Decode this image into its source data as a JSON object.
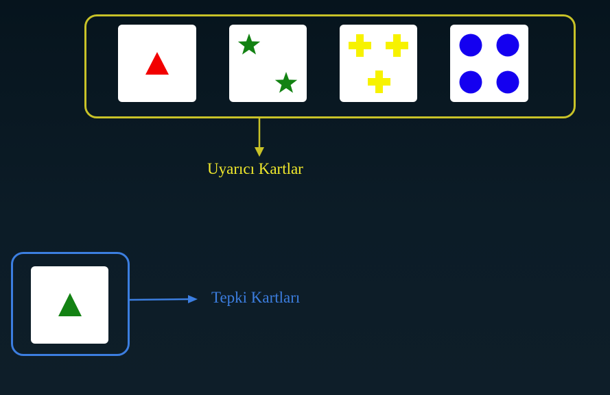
{
  "labels": {
    "stimulus_cards": "Uyarıcı Kartlar",
    "response_cards": "Tepki Kartları"
  },
  "colors": {
    "stimulus_frame": "#c8c228",
    "response_frame": "#3c7ee0",
    "stimulus_label": "#f2ea2c",
    "response_label": "#3c7ee0",
    "card_background": "#ffffff"
  },
  "stimulus_cards": [
    {
      "shape": "triangle",
      "count": 1,
      "color": "#f20000"
    },
    {
      "shape": "star",
      "count": 2,
      "color": "#138213"
    },
    {
      "shape": "cross",
      "count": 3,
      "color": "#f7f200"
    },
    {
      "shape": "circle",
      "count": 4,
      "color": "#1400f0"
    }
  ],
  "response_cards": [
    {
      "shape": "triangle",
      "count": 1,
      "color": "#138213"
    }
  ]
}
